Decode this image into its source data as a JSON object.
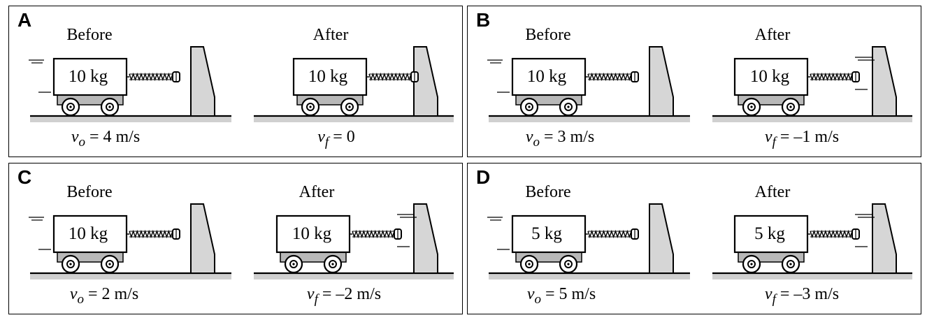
{
  "before_title": "Before",
  "after_title": "After",
  "velocity_symbol": "v",
  "panels": [
    {
      "id": "A",
      "before": {
        "mass": "10 kg",
        "sub": "o",
        "rel": "= 4 m/s",
        "motion": "right"
      },
      "after": {
        "mass": "10 kg",
        "sub": "f",
        "rel": "= 0",
        "motion": "none",
        "compressed": true
      }
    },
    {
      "id": "B",
      "before": {
        "mass": "10 kg",
        "sub": "o",
        "rel": "= 3 m/s",
        "motion": "right"
      },
      "after": {
        "mass": "10 kg",
        "sub": "f",
        "rel": "= –1 m/s",
        "motion": "left"
      }
    },
    {
      "id": "C",
      "before": {
        "mass": "10 kg",
        "sub": "o",
        "rel": "= 2 m/s",
        "motion": "right"
      },
      "after": {
        "mass": "10 kg",
        "sub": "f",
        "rel": "= –2 m/s",
        "motion": "left"
      }
    },
    {
      "id": "D",
      "before": {
        "mass": "5 kg",
        "sub": "o",
        "rel": "= 5 m/s",
        "motion": "right"
      },
      "after": {
        "mass": "5 kg",
        "sub": "f",
        "rel": "= –3 m/s",
        "motion": "left"
      }
    }
  ]
}
